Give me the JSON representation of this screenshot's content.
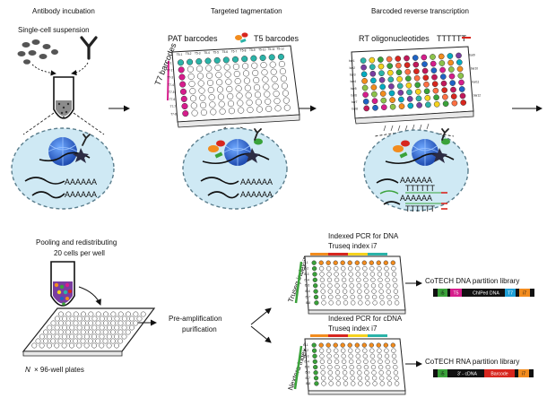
{
  "steps": {
    "antibody": "Antibody incubation",
    "tagmentation": "Targeted tagmentation",
    "rt": "Barcoded reverse transcription"
  },
  "labels": {
    "single_cell": "Single-cell suspension",
    "pat_barcodes": "PAT barcodes",
    "t5_barcodes": "T5 barcodes",
    "t7_barcodes": "T7 barcodes",
    "rt_oligos": "RT oligonucleotides",
    "polyT": "TTTTTT",
    "polyA": "AAAAAA",
    "pooling_line1": "Pooling and redistributing",
    "pooling_line2": "20 cells per well",
    "plates_suffix": "× 96-well plates",
    "plates_n": "N",
    "preamp_line1": "Pre-amplification",
    "preamp_line2": "purification",
    "pcr_dna": "Indexed PCR for DNA",
    "trueseq_i7_top": "Truseq index i7",
    "trueseq_i5": "Truseq index i5",
    "pcr_cdna": "Indexed PCR for cDNA",
    "trueseq_i7_bottom": "Truseq index i7",
    "nextera_i5": "Nextera index i5",
    "dna_library": "CoTECH DNA partition library",
    "rna_library": "CoTECH RNA partition library"
  },
  "plate_row_labels": {
    "t7": [
      "T7-1",
      "T7-2",
      "T7-3",
      "T7-4",
      "T7-5",
      "T7-6",
      "T7-7",
      "T7-8"
    ],
    "t5": [
      "T5-1",
      "T5-2",
      "T5-3",
      "T5-4",
      "T5-5",
      "T5-6",
      "T5-7",
      "T5-8",
      "T5-9",
      "T5-10",
      "T5-11",
      "T5-12"
    ],
    "bar_left": [
      "bar1",
      "bar2",
      "bar3",
      "bar4",
      "bar5",
      "bar6",
      "bar7",
      "bar8"
    ],
    "bar_right": [
      "bar9",
      "bar10",
      "bar11",
      "bar12"
    ],
    "i5": [
      "i5-1",
      "i5-2",
      "i5-3",
      "i5-4",
      "i5-5",
      "i5-6",
      "i5-7",
      "i5-8"
    ]
  },
  "dna_segments": [
    "i5",
    "T5",
    "ChIPed DNA",
    "T7",
    "i7"
  ],
  "rna_segments": [
    "i5",
    "3′ - cDNA",
    "Barcode",
    "i7"
  ],
  "colors": {
    "teal": "#2bb3a8",
    "magenta": "#d61d8c",
    "green": "#3aa23a",
    "orange": "#f28c1e",
    "red": "#d7261e",
    "blue_globe": "#1f63c4",
    "nucleus_fill": "#cfe9f4"
  },
  "icons": [
    "cell-cluster-icon",
    "antibody-icon",
    "tube-icon",
    "nucleus-icon",
    "plate-icon",
    "arrow-icon"
  ]
}
